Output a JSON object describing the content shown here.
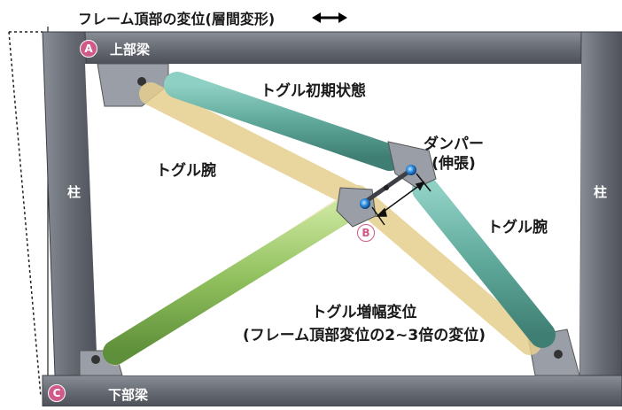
{
  "title": "フレーム頂部の変位(層間変形)",
  "arrow_icon": "double-arrow-icon",
  "markers": {
    "a": "A",
    "b": "B",
    "c": "C"
  },
  "labels": {
    "upper_beam": "上部梁",
    "lower_beam": "下部梁",
    "column_left": "柱",
    "column_right": "柱",
    "toggle_initial": "トグル初期状態",
    "toggle_arm_left": "トグル腕",
    "toggle_arm_right": "トグル腕",
    "damper_line1": "ダンパー",
    "damper_line2": "(伸張)",
    "amplified_line1": "トグル増幅変位",
    "amplified_line2": "(フレーム頂部変位の2~3倍の変位)"
  },
  "colors": {
    "frame": "#6b6f78",
    "frame_dark": "#4a4e56",
    "toggle_initial": "#e6cf8e",
    "toggle_deformed": "#5fa99a",
    "toggle_long": "#9fc56a",
    "marker_pink": "#d05a8a",
    "pivot_blue": "#2f8fe0"
  }
}
